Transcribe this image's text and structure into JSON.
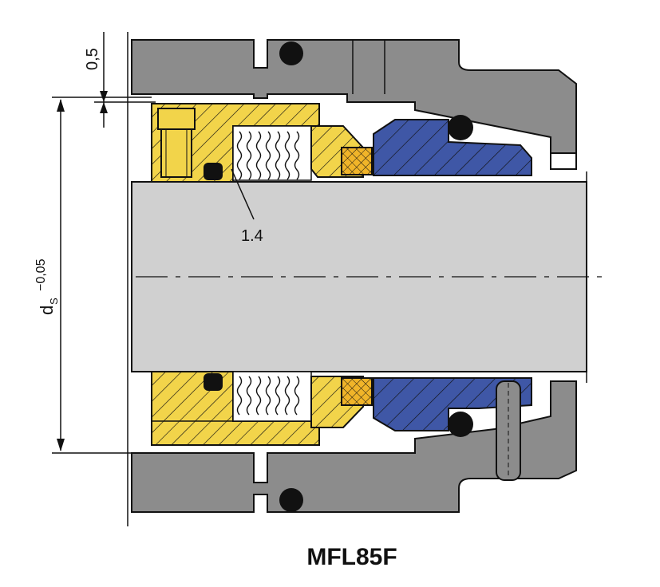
{
  "labels": {
    "clearance": "0,5",
    "gap_callout": "1.4",
    "diameter_symbol": "d",
    "diameter_subscript": "S",
    "tolerance": "−0,05",
    "model": "MFL85F"
  },
  "colors": {
    "housing": "#8c8c8c",
    "shaft": "#d0d0d0",
    "rotating_parts": "#f2d44a",
    "seat": "#3f57a6",
    "face_ring": "#f0b429",
    "oring": "#111111",
    "outline": "#111111"
  }
}
